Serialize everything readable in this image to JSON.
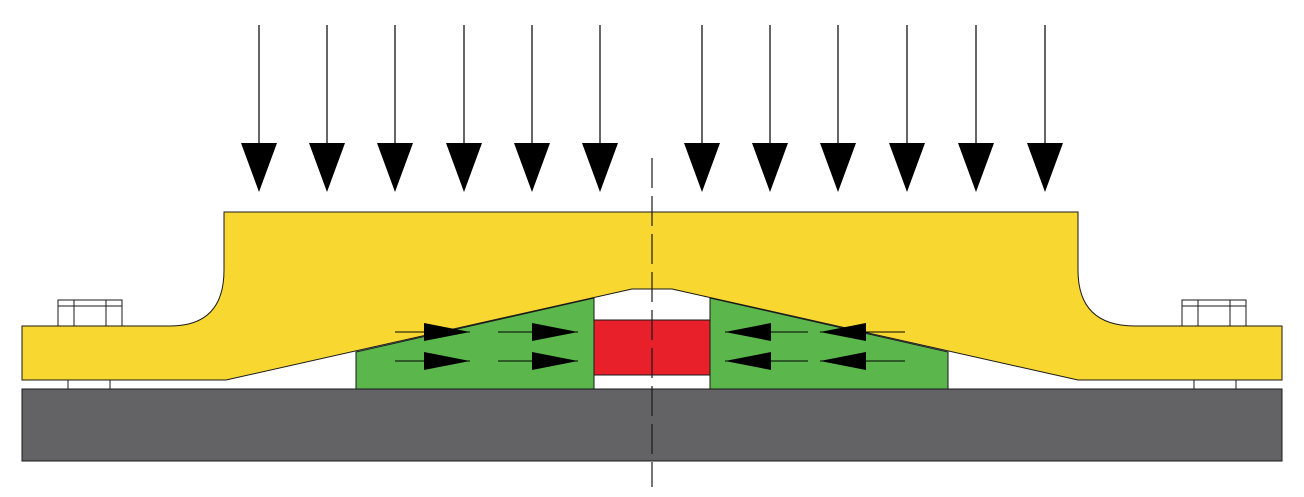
{
  "diagram": {
    "type": "cross-section",
    "labels": [],
    "load_arrows": {
      "direction": "down",
      "count": 12,
      "color": "#000000"
    },
    "internal_arrows": {
      "direction": "toward-center",
      "count": 8,
      "color": "#000000"
    },
    "colors": {
      "top_plate": "#F7D730",
      "base_plate": "#636365",
      "side_blocks": "#5BB74C",
      "center_block": "#E8202A",
      "outline": "#1a1a1a",
      "bolt": "#ffffff"
    },
    "components": [
      "top-plate",
      "base-plate",
      "left-side-block",
      "right-side-block",
      "center-block",
      "left-bolt",
      "right-bolt",
      "centerline"
    ]
  }
}
